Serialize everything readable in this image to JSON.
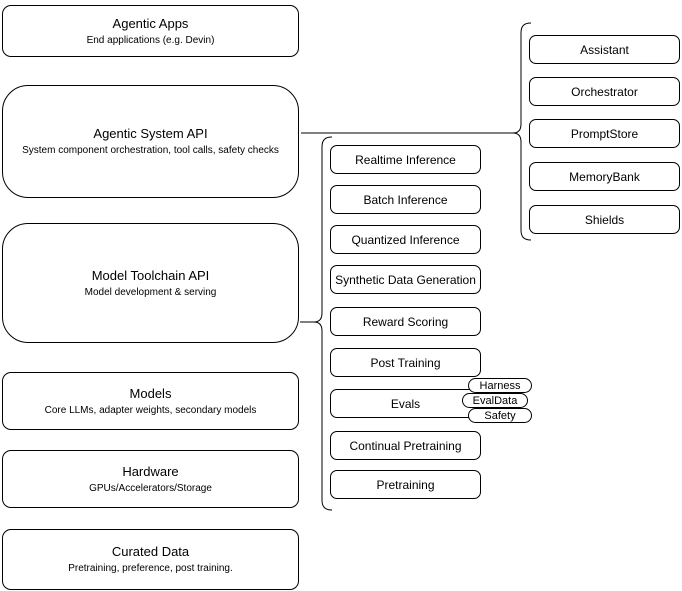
{
  "diagram": {
    "left_stack": [
      {
        "title": "Agentic Apps",
        "subtitle": "End applications (e.g. Devin)"
      },
      {
        "title": "Agentic System API",
        "subtitle": "System component orchestration, tool calls, safety checks"
      },
      {
        "title": "Model Toolchain API",
        "subtitle": "Model development & serving"
      },
      {
        "title": "Models",
        "subtitle": "Core LLMs, adapter weights, secondary models"
      },
      {
        "title": "Hardware",
        "subtitle": "GPUs/Accelerators/Storage"
      },
      {
        "title": "Curated Data",
        "subtitle": "Pretraining, preference, post training."
      }
    ],
    "toolchain_items": [
      {
        "label": "Realtime Inference"
      },
      {
        "label": "Batch Inference"
      },
      {
        "label": "Quantized Inference"
      },
      {
        "label": "Synthetic Data Generation"
      },
      {
        "label": "Reward Scoring"
      },
      {
        "label": "Post Training"
      },
      {
        "label": "Evals"
      },
      {
        "label": "Continual Pretraining"
      },
      {
        "label": "Pretraining"
      }
    ],
    "evals_tags": [
      {
        "label": "Harness"
      },
      {
        "label": "EvalData"
      },
      {
        "label": "Safety"
      }
    ],
    "system_components": [
      {
        "label": "Assistant"
      },
      {
        "label": "Orchestrator"
      },
      {
        "label": "PromptStore"
      },
      {
        "label": "MemoryBank"
      },
      {
        "label": "Shields"
      }
    ],
    "colors": {
      "stroke": "#000000",
      "fill": "#ffffff",
      "text": "#000000",
      "background": "#ffffff"
    }
  }
}
